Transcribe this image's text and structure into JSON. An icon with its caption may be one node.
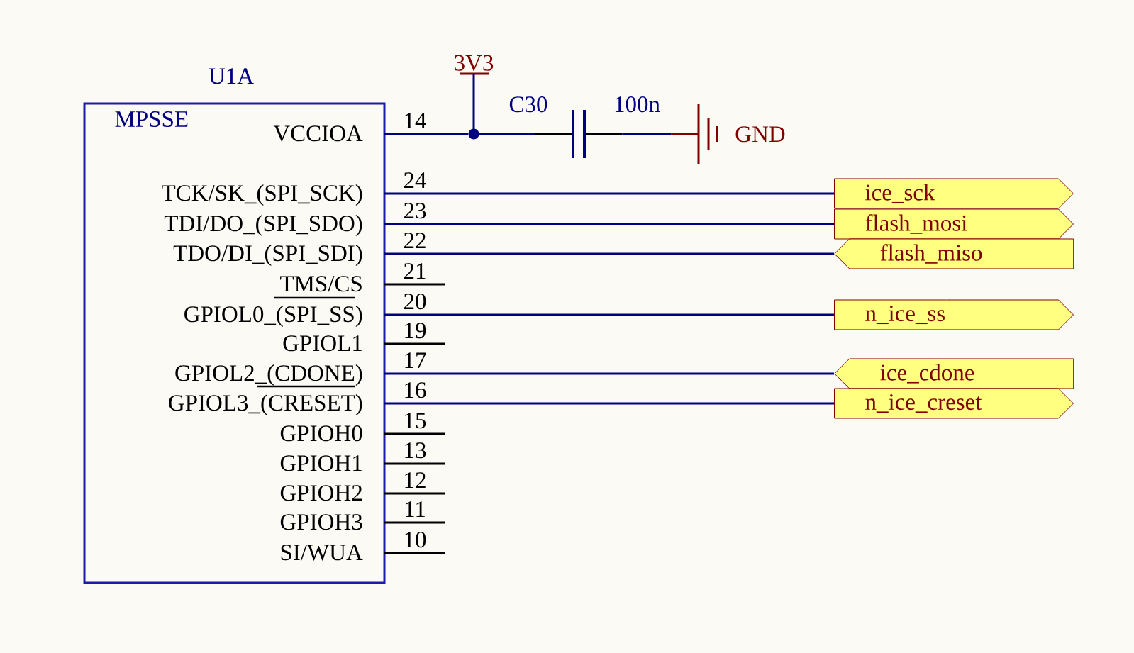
{
  "diagram": {
    "nodes": [
      {
        "text": [
          "U1A",
          "MPSSE",
          "VCCIOA",
          "TCK/SK_(SPI_SCK)",
          "TDI/DO_(SPI_SDO)",
          "TDO/DI_(SPI_SDI)",
          "TMS/CS",
          "GPIOL0_(SPI_SS)",
          "GPIOL1",
          "GPIOL2_(CDONE)",
          "GPIOL3_(CRESET)",
          "GPIOH0",
          "GPIOH1",
          "GPIOH2",
          "GPIOH3",
          "SI/WUA"
        ]
      },
      {
        "text": [
          "3V3"
        ]
      },
      {
        "text": [],
        "shape": "circle"
      },
      {
        "text": [
          "C30",
          "100n"
        ]
      },
      {
        "text": [
          "GND"
        ]
      },
      {
        "text": [
          "ice_sck"
        ]
      },
      {
        "text": [
          "flash_mosi"
        ]
      },
      {
        "text": [
          "flash_miso"
        ]
      },
      {
        "text": [
          "n_ice_ss"
        ]
      },
      {
        "text": [
          "ice_cdone"
        ]
      },
      {
        "text": [
          "n_ice_creset"
        ]
      }
    ],
    "edges": [
      {
        "from": 0,
        "to": 2,
        "arrow": "none",
        "label": "14"
      },
      {
        "from": 1,
        "to": 2,
        "arrow": "none"
      },
      {
        "from": 2,
        "to": 3,
        "arrow": "none"
      },
      {
        "from": 3,
        "to": 4,
        "arrow": "none"
      },
      {
        "from": 0,
        "to": 5,
        "arrow": "none",
        "label": "24"
      },
      {
        "from": 0,
        "to": 6,
        "arrow": "none",
        "label": "23"
      },
      {
        "from": 0,
        "to": 7,
        "arrow": "none",
        "label": "22"
      },
      {
        "from": 0,
        "to": 8,
        "arrow": "none",
        "label": "20"
      },
      {
        "from": 0,
        "to": 9,
        "arrow": "none",
        "label": "17"
      },
      {
        "from": 0,
        "to": 10,
        "arrow": "none",
        "label": "16"
      }
    ],
    "labels": [
      "21",
      "19",
      "15",
      "13",
      "12",
      "11",
      "10"
    ]
  }
}
